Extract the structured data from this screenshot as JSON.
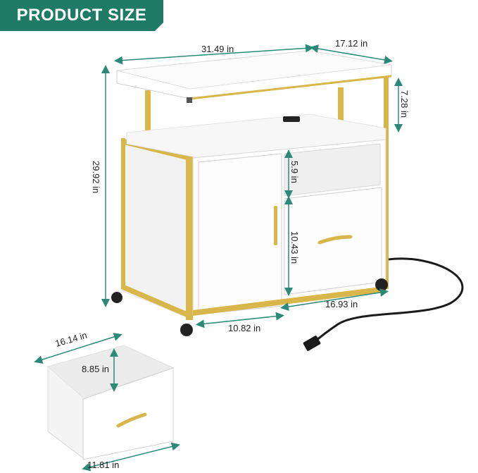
{
  "banner": {
    "title": "PRODUCT SIZE"
  },
  "dimensions": {
    "width": "31.49 in",
    "depth": "17.12 in",
    "top_shelf_gap": "7.28 in",
    "total_height": "29.92 in",
    "open_shelf_height": "5.9 in",
    "drawer_height": "10.43 in",
    "door_width": "10.82 in",
    "drawer_width": "16.93 in",
    "drawer_depth": "16.14 in",
    "drawer_inner_height": "8.85 in",
    "drawer_front_width": "11.81 in"
  },
  "colors": {
    "brand_banner": "#1f7a66",
    "frame_gold": "#d8b64a",
    "dimension_line": "#2b8a76",
    "cabinet_white": "#ffffff"
  }
}
